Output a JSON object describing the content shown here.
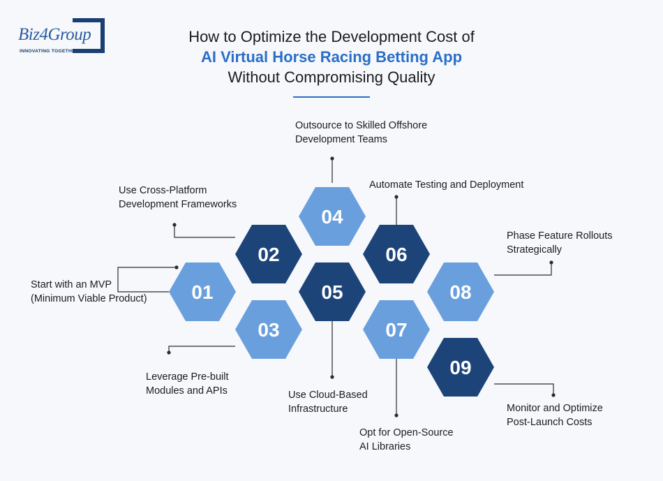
{
  "logo": {
    "word": "Biz4Group",
    "tagline": "INNOVATING TOGETHER"
  },
  "title": {
    "line1": "How to Optimize the Development Cost of",
    "line2": "AI Virtual Horse Racing Betting App",
    "line3": "Without Compromising Quality"
  },
  "colors": {
    "dark": "#1d4478",
    "light": "#6a9fdd",
    "accent": "#2a6ec6",
    "line": "#2b2b2b"
  },
  "steps": [
    {
      "num": "01",
      "label_line1": "Start with an MVP",
      "label_line2": "(Minimum Viable Product)",
      "shade": "light"
    },
    {
      "num": "02",
      "label_line1": "Use Cross-Platform",
      "label_line2": "Development Frameworks",
      "shade": "dark"
    },
    {
      "num": "03",
      "label_line1": "Leverage Pre-built",
      "label_line2": "Modules and APIs",
      "shade": "light"
    },
    {
      "num": "04",
      "label_line1": "Outsource to Skilled Offshore",
      "label_line2": "Development Teams",
      "shade": "light"
    },
    {
      "num": "05",
      "label_line1": "Use Cloud-Based",
      "label_line2": "Infrastructure",
      "shade": "dark"
    },
    {
      "num": "06",
      "label_line1": "Automate Testing and Deployment",
      "label_line2": "",
      "shade": "dark"
    },
    {
      "num": "07",
      "label_line1": "Opt for Open-Source",
      "label_line2": "AI Libraries",
      "shade": "light"
    },
    {
      "num": "08",
      "label_line1": "Phase Feature Rollouts",
      "label_line2": "Strategically",
      "shade": "light"
    },
    {
      "num": "09",
      "label_line1": "Monitor and Optimize",
      "label_line2": "Post-Launch Costs",
      "shade": "dark"
    }
  ]
}
